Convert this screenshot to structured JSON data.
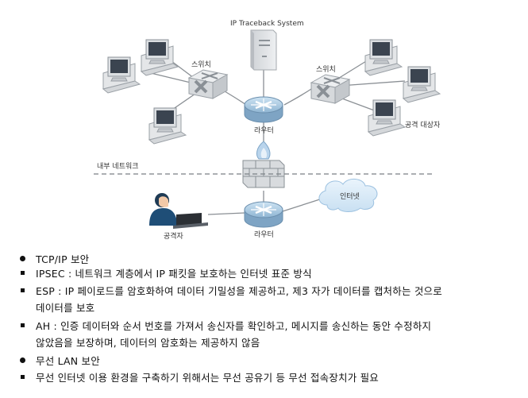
{
  "diagram": {
    "title": "IP Traceback System",
    "switch_left": "스위치",
    "switch_right": "스위치",
    "router_top": "라우터",
    "router_bottom": "라우터",
    "internal_network": "내부 네트워크",
    "internet": "인터넷",
    "attacker": "공격자",
    "target": "공격 대상자"
  },
  "sections": [
    {
      "heading": "TCP/IP 보안",
      "items": [
        [
          "IPSEC : 네트워크 계층에서 IP 패킷을 보호하는 인터넷 표준 방식"
        ],
        [
          "ESP : IP 페이로드를 암호화하여 데이터 기밀성을 제공하고, 제3 자가 데이터를 캡처하는 것으로",
          "데이터를 보호"
        ],
        [
          "AH : 인증 데이터와 순서 번호를 가져서 송신자를 확인하고, 메시지를 송신하는 동안 수정하지",
          "않았음을 보장하며, 데이터의 암호화는 제공하지 않음"
        ]
      ]
    },
    {
      "heading": "무선 LAN 보안",
      "items": [
        [
          "무선 인터넷 이용 환경을 구축하기 위해서는 무선 공유기 등 무선 접속장치가 필요"
        ]
      ]
    }
  ]
}
